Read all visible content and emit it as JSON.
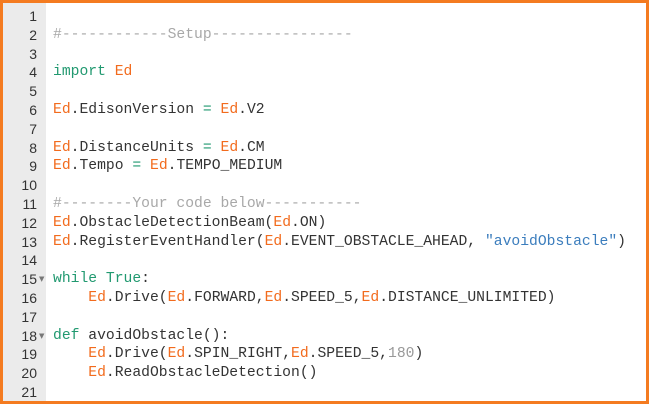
{
  "colors": {
    "border": "#f47b20",
    "ed": "#f26b1d",
    "keyword": "#219970",
    "comment": "#a8a8a8",
    "string": "#3b7dbd",
    "number": "#999999"
  },
  "fold_icon": "triangle-down-icon",
  "lines": [
    {
      "n": "1",
      "tokens": []
    },
    {
      "n": "2",
      "tokens": [
        [
          "cm",
          "#------------Setup----------------"
        ]
      ]
    },
    {
      "n": "3",
      "tokens": []
    },
    {
      "n": "4",
      "tokens": [
        [
          "kw",
          "import"
        ],
        [
          "txt",
          " "
        ],
        [
          "ed",
          "Ed"
        ]
      ]
    },
    {
      "n": "5",
      "tokens": []
    },
    {
      "n": "6",
      "tokens": [
        [
          "ed",
          "Ed"
        ],
        [
          "txt",
          ".EdisonVersion "
        ],
        [
          "op",
          "="
        ],
        [
          "txt",
          " "
        ],
        [
          "ed",
          "Ed"
        ],
        [
          "txt",
          ".V2"
        ]
      ]
    },
    {
      "n": "7",
      "tokens": []
    },
    {
      "n": "8",
      "tokens": [
        [
          "ed",
          "Ed"
        ],
        [
          "txt",
          ".DistanceUnits "
        ],
        [
          "op",
          "="
        ],
        [
          "txt",
          " "
        ],
        [
          "ed",
          "Ed"
        ],
        [
          "txt",
          ".CM"
        ]
      ]
    },
    {
      "n": "9",
      "tokens": [
        [
          "ed",
          "Ed"
        ],
        [
          "txt",
          ".Tempo "
        ],
        [
          "op",
          "="
        ],
        [
          "txt",
          " "
        ],
        [
          "ed",
          "Ed"
        ],
        [
          "txt",
          ".TEMPO_MEDIUM"
        ]
      ]
    },
    {
      "n": "10",
      "tokens": []
    },
    {
      "n": "11",
      "tokens": [
        [
          "cm",
          "#--------Your code below-----------"
        ]
      ]
    },
    {
      "n": "12",
      "tokens": [
        [
          "ed",
          "Ed"
        ],
        [
          "txt",
          ".ObstacleDetectionBeam("
        ],
        [
          "ed",
          "Ed"
        ],
        [
          "txt",
          ".ON)"
        ]
      ]
    },
    {
      "n": "13",
      "tokens": [
        [
          "ed",
          "Ed"
        ],
        [
          "txt",
          ".RegisterEventHandler("
        ],
        [
          "ed",
          "Ed"
        ],
        [
          "txt",
          ".EVENT_OBSTACLE_AHEAD, "
        ],
        [
          "str",
          "\"avoidObstacle\""
        ],
        [
          "txt",
          ")"
        ]
      ]
    },
    {
      "n": "14",
      "tokens": []
    },
    {
      "n": "15",
      "fold": true,
      "tokens": [
        [
          "kw",
          "while"
        ],
        [
          "txt",
          " "
        ],
        [
          "kw",
          "True"
        ],
        [
          "txt",
          ":"
        ]
      ]
    },
    {
      "n": "16",
      "tokens": [
        [
          "txt",
          "    "
        ],
        [
          "ed",
          "Ed"
        ],
        [
          "txt",
          ".Drive("
        ],
        [
          "ed",
          "Ed"
        ],
        [
          "txt",
          ".FORWARD,"
        ],
        [
          "ed",
          "Ed"
        ],
        [
          "txt",
          ".SPEED_5,"
        ],
        [
          "ed",
          "Ed"
        ],
        [
          "txt",
          ".DISTANCE_UNLIMITED)"
        ]
      ]
    },
    {
      "n": "17",
      "tokens": []
    },
    {
      "n": "18",
      "fold": true,
      "tokens": [
        [
          "kw",
          "def"
        ],
        [
          "txt",
          " avoidObstacle():"
        ]
      ]
    },
    {
      "n": "19",
      "tokens": [
        [
          "txt",
          "    "
        ],
        [
          "ed",
          "Ed"
        ],
        [
          "txt",
          ".Drive("
        ],
        [
          "ed",
          "Ed"
        ],
        [
          "txt",
          ".SPIN_RIGHT,"
        ],
        [
          "ed",
          "Ed"
        ],
        [
          "txt",
          ".SPEED_5,"
        ],
        [
          "num",
          "180"
        ],
        [
          "txt",
          ")"
        ]
      ]
    },
    {
      "n": "20",
      "tokens": [
        [
          "txt",
          "    "
        ],
        [
          "ed",
          "Ed"
        ],
        [
          "txt",
          ".ReadObstacleDetection()"
        ]
      ]
    },
    {
      "n": "21",
      "tokens": []
    }
  ]
}
